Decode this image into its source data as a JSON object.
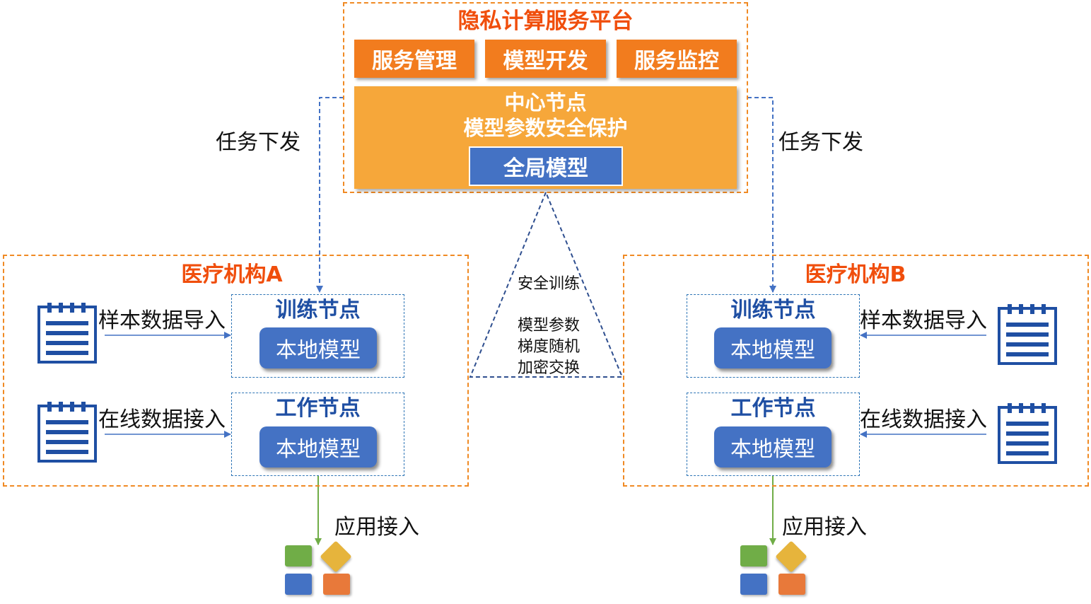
{
  "platform": {
    "title": "隐私计算服务平台",
    "tabs": [
      "服务管理",
      "模型开发",
      "服务监控"
    ],
    "center_line1": "中心节点",
    "center_line2": "模型参数安全保护",
    "global_model": "全局模型"
  },
  "task_left": "任务下发",
  "task_right": "任务下发",
  "exchange": {
    "line1": "安全训练",
    "line2": "模型参数",
    "line3": "梯度随机",
    "line4": "加密交换"
  },
  "org_a": {
    "title": "医疗机构A",
    "train_node": "训练节点",
    "work_node": "工作节点",
    "local_model_train": "本地模型",
    "local_model_work": "本地模型",
    "sample_import": "样本数据导入",
    "online_import": "在线数据接入",
    "app_access": "应用接入"
  },
  "org_b": {
    "title": "医疗机构B",
    "train_node": "训练节点",
    "work_node": "工作节点",
    "local_model_train": "本地模型",
    "local_model_work": "本地模型",
    "sample_import": "样本数据导入",
    "online_import": "在线数据接入",
    "app_access": "应用接入"
  },
  "colors": {
    "frame": "#F08A24",
    "tab": "#F27C1E",
    "center": "#F6A73A",
    "blue": "#4472C4",
    "node_title": "#1F4FA3",
    "doc_icon": "#1F4FA3",
    "arrow_blue": "#4472C4",
    "arrow_green": "#70AD47",
    "tile_green": "#70AD47",
    "tile_yellow": "#E6B43C",
    "tile_blue": "#4472C4",
    "tile_orange": "#E8793A"
  }
}
